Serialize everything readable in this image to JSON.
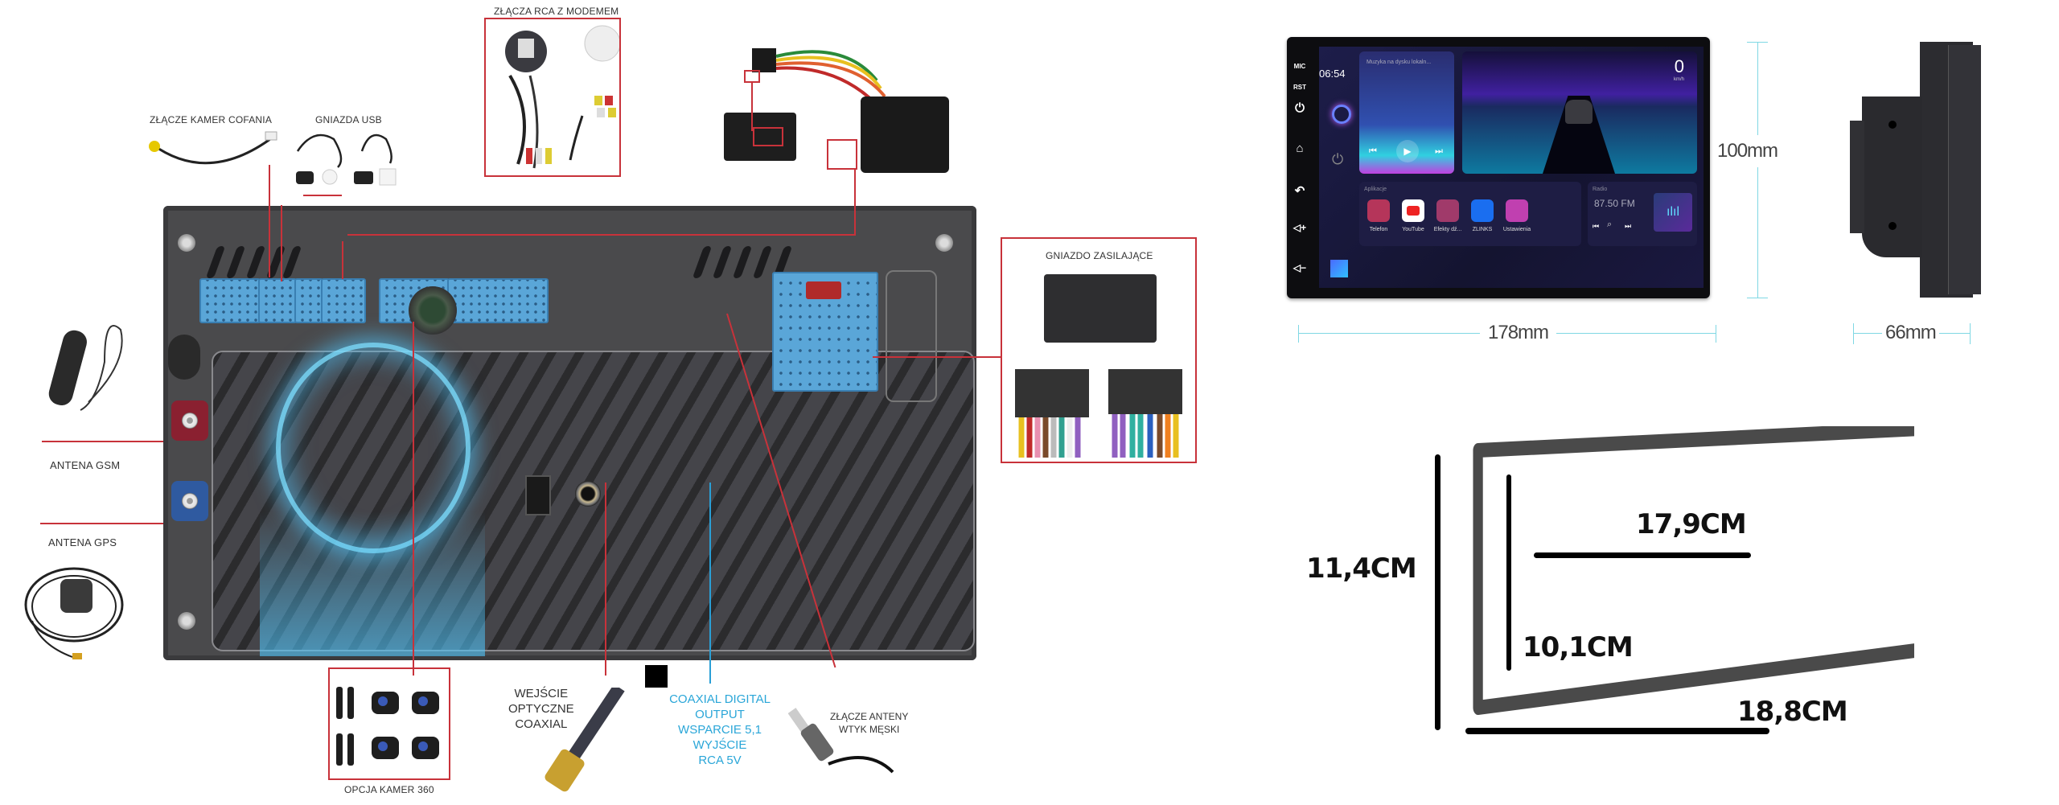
{
  "labels": {
    "rca_modem": "ZŁĄCZA RCA Z MODEMEM",
    "reverse_camera": "ZŁĄCZE KAMER COFANIA",
    "usb_sockets": "GNIAZDA USB",
    "power_socket": "GNIAZDO ZASILAJĄCE",
    "gsm_antenna": "ANTENA GSM",
    "gps_antenna": "ANTENA GPS",
    "camera360": "OPCJA KAMER 360",
    "optical_input": [
      "WEJŚCIE",
      "OPTYCZNE",
      "COAXIAL"
    ],
    "coaxial_output": [
      "COAXIAL DIGITAL",
      "OUTPUT",
      "WSPARCIE 5,1",
      "WYJŚCIE",
      "RCA 5V"
    ],
    "antenna_plug": [
      "ZŁĄCZE ANTENY",
      "WTYK MĘSKI"
    ]
  },
  "colors": {
    "callout_red": "#c8323a",
    "coaxial_blue": "#2a9fd6",
    "dimension_cyan": "#7fd8e4",
    "connector_blue": "#5aa6d8"
  },
  "tablet": {
    "side_buttons": [
      "MIC",
      "RST"
    ],
    "side_icons": [
      "power-icon",
      "home-icon",
      "back-icon",
      "volume-up-icon",
      "volume-down-icon"
    ],
    "clock": "06:54",
    "music_title": "Muzyka na dysku lokaln...",
    "speed_value": "0",
    "speed_unit": "km/h",
    "apps_title": "Aplikacje",
    "apps": [
      {
        "label": "Telefon",
        "icon": "phone-icon",
        "color": "#b5355a"
      },
      {
        "label": "YouTube",
        "icon": "youtube-icon",
        "color": "#ffffff"
      },
      {
        "label": "Efekty dź...",
        "icon": "equalizer-icon",
        "color": "#a03a6a"
      },
      {
        "label": "ZLINKS",
        "icon": "zlink-car-icon",
        "color": "#1a6ef0"
      },
      {
        "label": "Ustawienia",
        "icon": "settings-gear-icon",
        "color": "#c040b0"
      }
    ],
    "radio_title": "Radio",
    "radio_frequency": "87.50",
    "radio_band": "FM"
  },
  "dimensions": {
    "width": "178mm",
    "height": "100mm",
    "depth": "66mm"
  },
  "frame": {
    "outer_height": "11,4CM",
    "inner_width": "17,9CM",
    "inner_height": "10,1CM",
    "outer_width": "18,8CM"
  }
}
